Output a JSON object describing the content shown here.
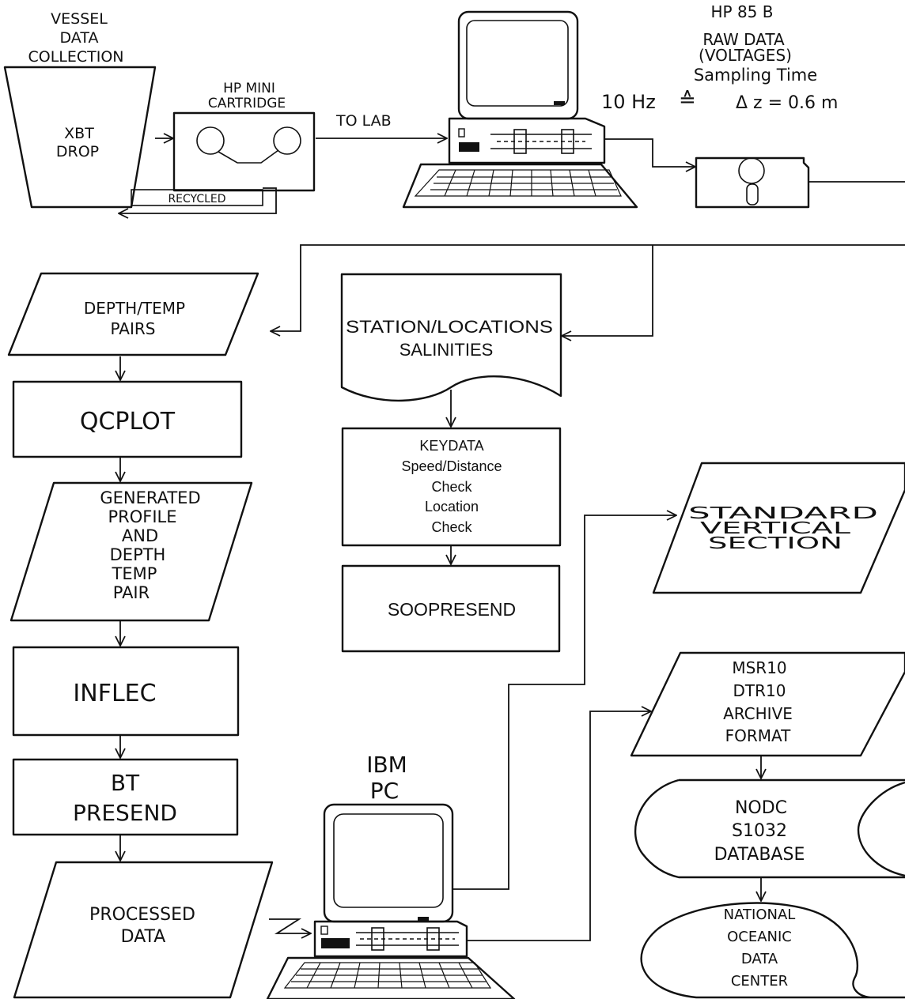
{
  "top": {
    "vessel_label": [
      "VESSEL",
      "DATA",
      "COLLECTION"
    ],
    "xbt_drop": [
      "XBT",
      "DROP"
    ],
    "hp_mini_cartridge": [
      "HP MINI",
      "CARTRIDGE"
    ],
    "recycled": "RECYCLED",
    "to_lab": "TO LAB",
    "hp85b": "HP  85  B",
    "raw_data": [
      "RAW  DATA",
      "(VOLTAGES)"
    ],
    "sampling_time": "Sampling  Time",
    "sampling_rate": "10  Hz",
    "equals_hat": "≙",
    "depth_res": "Δ z  =  0.6 m"
  },
  "left_column": {
    "depth_temp_pairs": [
      "DEPTH/TEMP",
      "PAIRS"
    ],
    "qcplot": "QCPLOT",
    "generated_profile": [
      "GENERATED",
      "PROFILE",
      "AND",
      "DEPTH",
      "TEMP",
      "PAIR"
    ],
    "inflec": "INFLEC",
    "bt_presend": [
      "BT",
      "PRESEND"
    ],
    "processed_data": [
      "PROCESSED",
      "DATA"
    ]
  },
  "middle_column": {
    "station_locations": [
      "STATION/LOCATIONS",
      "SALINITIES"
    ],
    "keydata": [
      "KEYDATA",
      "Speed/Distance",
      "Check",
      "Location",
      "Check"
    ],
    "soopresend": "SOOPRESEND",
    "ibm_pc": [
      "IBM",
      "PC"
    ]
  },
  "right_column": {
    "standard_vertical_section": [
      "STANDARD",
      "VERTICAL",
      "SECTION"
    ],
    "archive_format": [
      "MSR10",
      "DTR10",
      "ARCHIVE",
      "FORMAT"
    ],
    "nodc_database": [
      "NODC",
      "S1032",
      "DATABASE"
    ],
    "national_oceanic_data_center": [
      "NATIONAL",
      "OCEANIC",
      "DATA",
      "CENTER"
    ]
  }
}
